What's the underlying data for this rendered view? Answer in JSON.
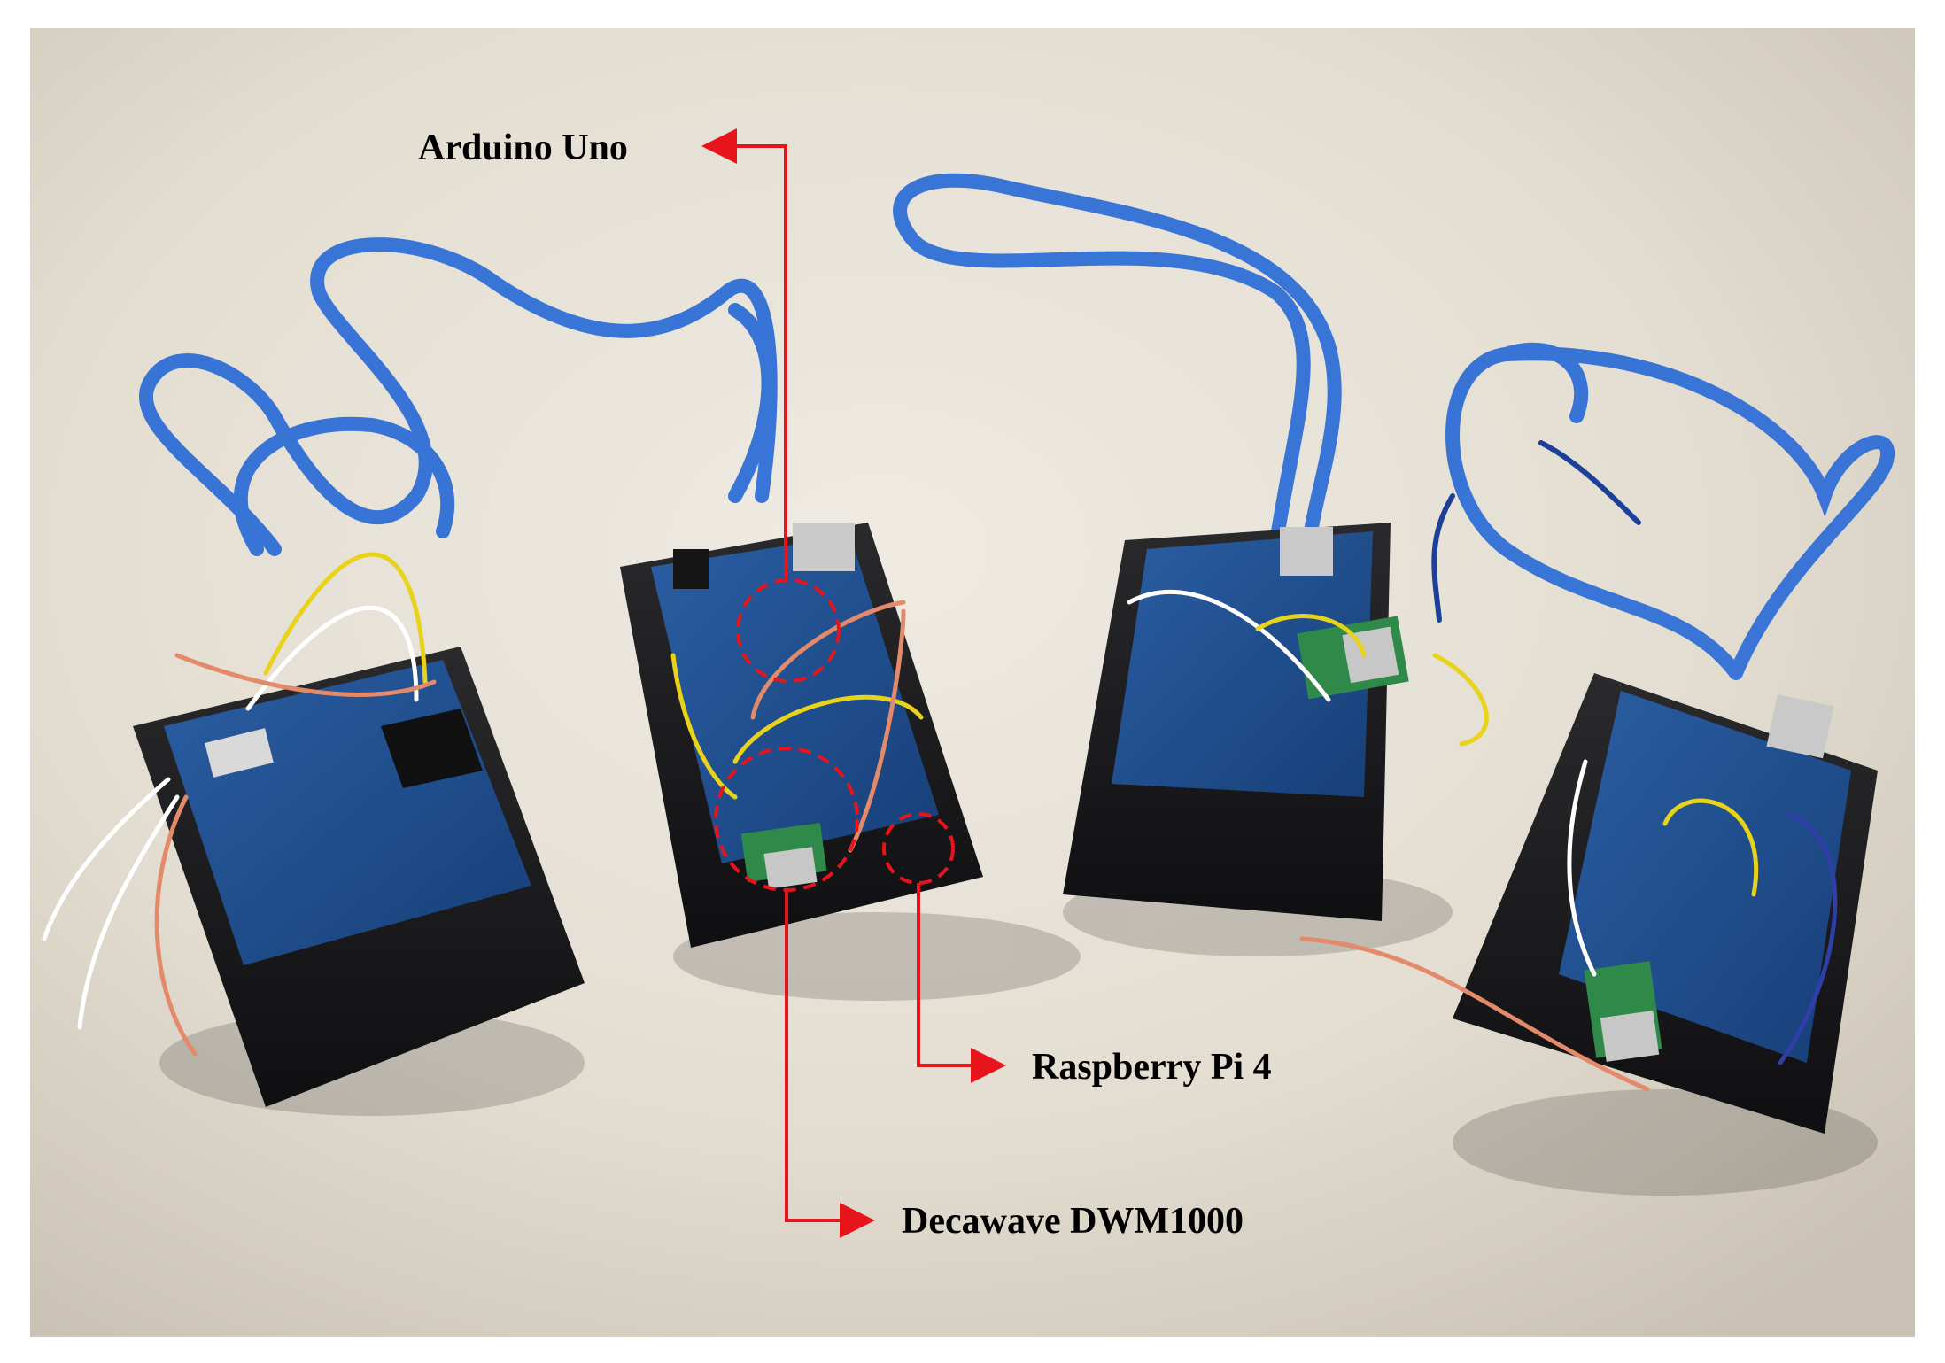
{
  "image": {
    "subject": "Four Arduino Uno boards with Decawave DWM1000 modules mounted on Raspberry Pi 4 cases, connected by blue USB cables, on a beige table"
  },
  "annotations": {
    "arduino_label": "Arduino Uno",
    "raspberry_label": "Raspberry Pi 4",
    "decawave_label": "Decawave DWM1000"
  },
  "colors": {
    "annotation": "#e8141b",
    "usb_cable": "#2f6fd6",
    "case": "#1b1b1d",
    "board": "#1f4f8f",
    "module": "#2f8a4a",
    "table": "#e8e2d6"
  }
}
